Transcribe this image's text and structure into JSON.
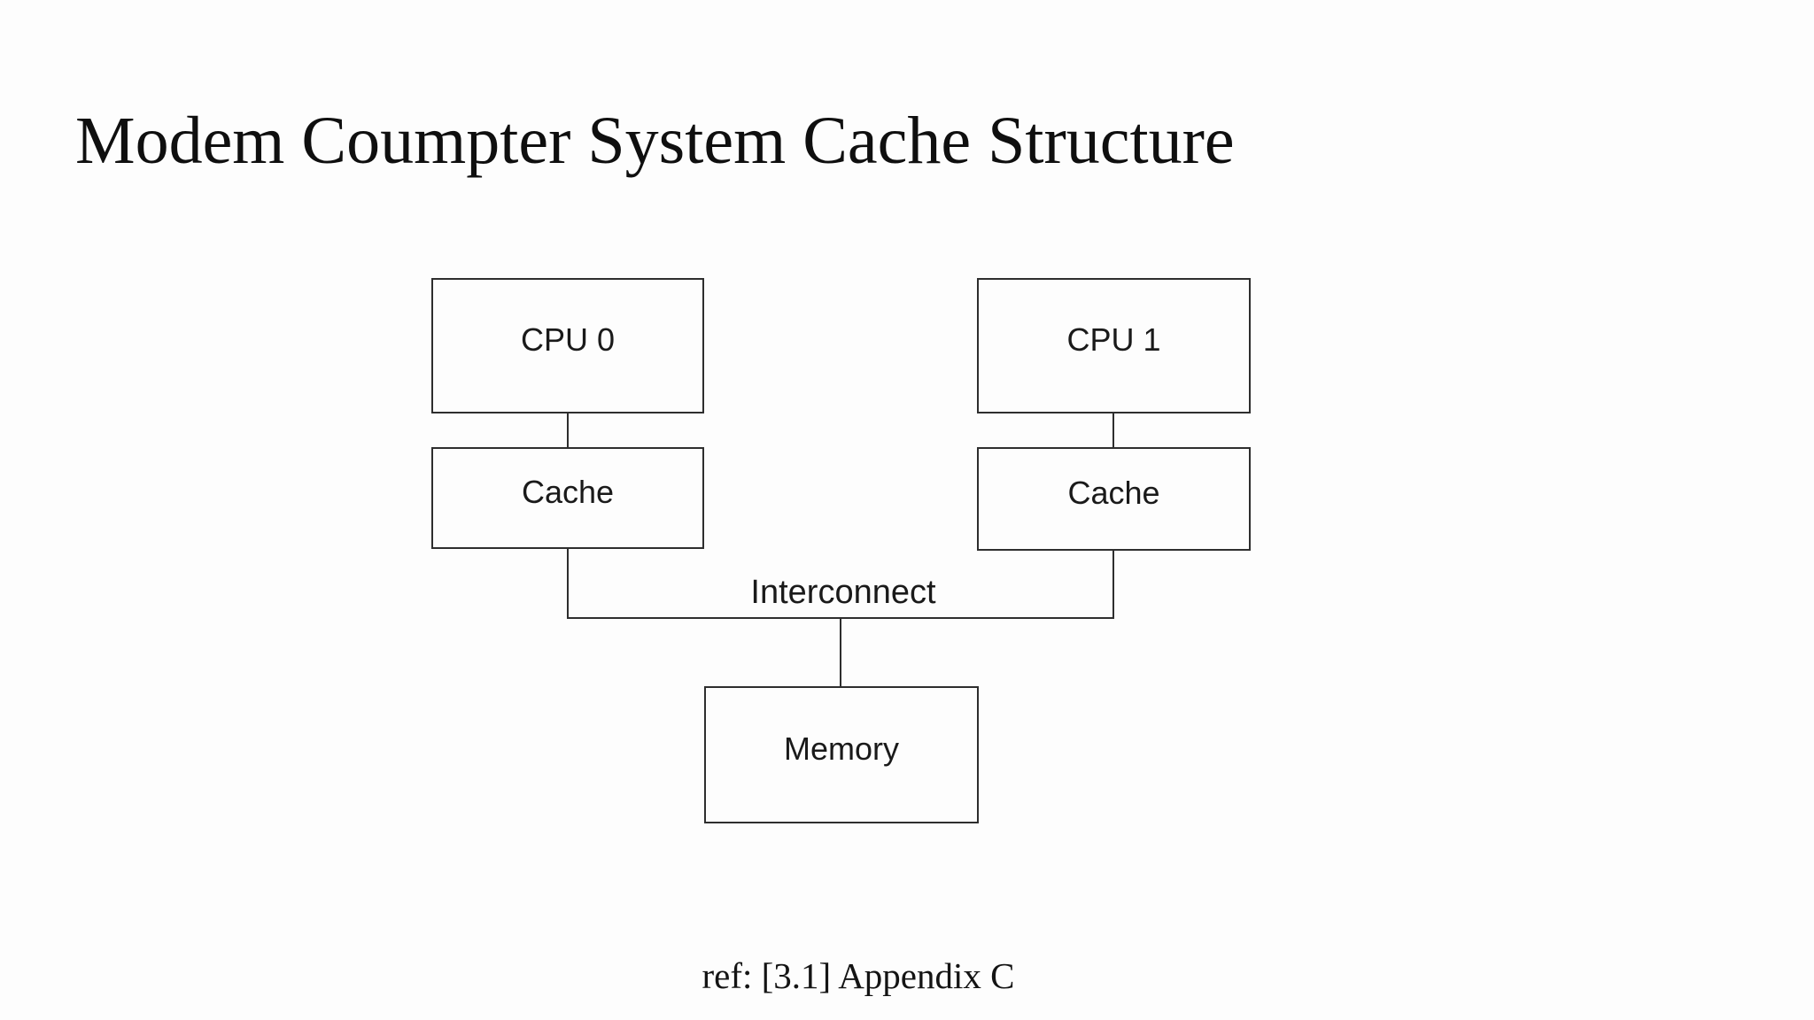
{
  "slide": {
    "title": "Modem Coumpter System Cache Structure",
    "reference": "ref: [3.1] Appendix C",
    "background_color": "#fdfdfd",
    "line_color": "#2e2e2e",
    "text_color": "#1a1a1a"
  },
  "diagram": {
    "type": "block-diagram",
    "nodes": [
      {
        "id": "cpu0",
        "label": "CPU 0"
      },
      {
        "id": "cpu1",
        "label": "CPU 1"
      },
      {
        "id": "cache0",
        "label": "Cache"
      },
      {
        "id": "cache1",
        "label": "Cache"
      },
      {
        "id": "memory",
        "label": "Memory"
      }
    ],
    "bus_label": "Interconnect",
    "edges": [
      "cpu0-cache0",
      "cpu1-cache1",
      "cache0-interconnect",
      "cache1-interconnect",
      "interconnect-memory"
    ]
  }
}
